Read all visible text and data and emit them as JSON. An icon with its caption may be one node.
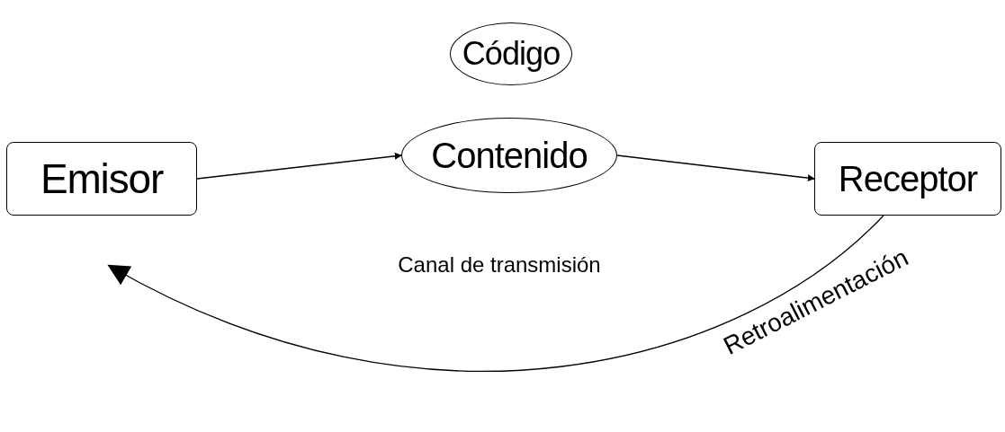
{
  "diagram": {
    "nodes": [
      {
        "text": [
          "Código"
        ]
      },
      {
        "text": [
          "Emisor"
        ]
      },
      {
        "text": [
          "Contenido"
        ]
      },
      {
        "text": [
          "Receptor"
        ]
      }
    ],
    "edges": [
      {
        "from": 1,
        "to": 2,
        "arrow": "to"
      },
      {
        "from": 2,
        "to": 3,
        "arrow": "to"
      },
      {
        "from": 3,
        "to": 1,
        "arrow": "to",
        "label": "Retroalimentación"
      }
    ],
    "labels": [
      "Canal de transmisión"
    ]
  }
}
